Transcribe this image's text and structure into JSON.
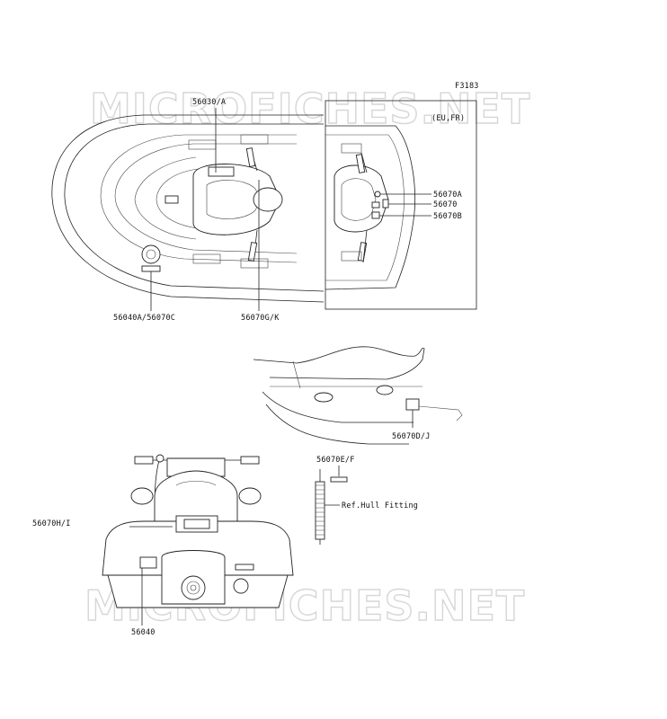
{
  "figure_code": "F3183",
  "watermark_top": "MICROFICHES.NET",
  "watermark_bottom": "MICROFICHES.NET",
  "region_note": "(EU,FR)",
  "labels": {
    "l56030a": "56030/A",
    "l56040a_56070c": "56040A/56070C",
    "l56070g_k": "56070G/K",
    "l56070a": "56070A",
    "l56070": "56070",
    "l56070b": "56070B",
    "l56070d_j": "56070D/J",
    "l56070e_f": "56070E/F",
    "ref_hull": "Ref.Hull Fitting",
    "l56070h_i": "56070H/I",
    "l56040": "56040"
  }
}
